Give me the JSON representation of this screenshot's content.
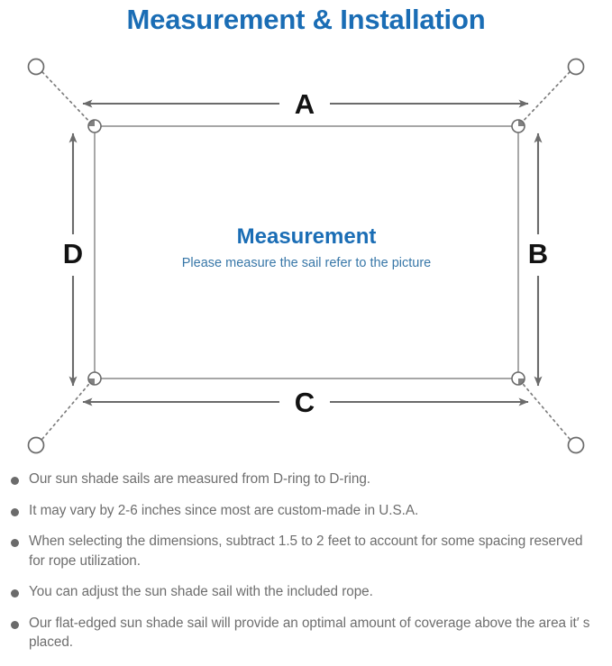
{
  "page": {
    "title": "Measurement & Installation",
    "title_color": "#1a6db5",
    "background": "#ffffff"
  },
  "diagram": {
    "center_title": "Measurement",
    "center_subtitle": "Please measure the sail refer to the picture",
    "dimension_labels": {
      "top": "A",
      "right": "B",
      "bottom": "C",
      "left": "D"
    },
    "sail_outline_color": "#9a9a9a",
    "arrow_color": "#6b6b6b",
    "dotted_rope_color": "#7d7d7d",
    "anchor_ring_color": "#6b6b6b",
    "d_ring_color": "#6b6b6b"
  },
  "notes": {
    "items": [
      "Our sun shade sails are measured from D-ring to D-ring.",
      "It may vary by 2-6 inches since most are custom-made in U.S.A.",
      "When selecting the dimensions, subtract 1.5 to 2 feet to account for some spacing reserved for rope utilization.",
      "You can adjust the sun shade sail with the included rope.",
      "Our flat-edged sun shade sail will provide an optimal amount of coverage above the area it′ s placed."
    ],
    "bullet_color": "#6b6b6b",
    "text_color": "#6e6e6e"
  }
}
